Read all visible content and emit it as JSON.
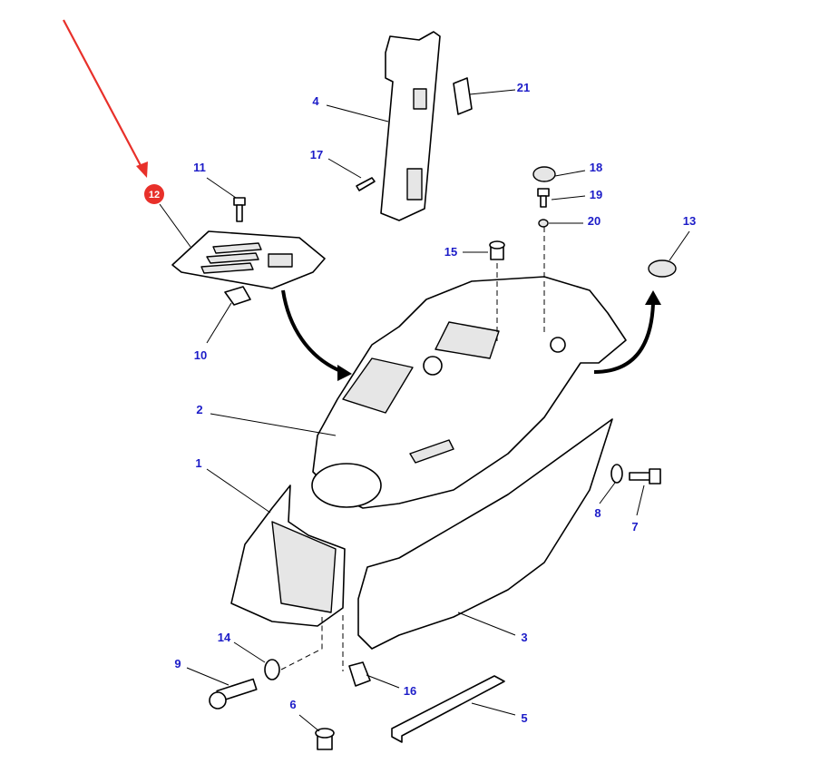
{
  "diagram": {
    "highlight_color": "#e8302a",
    "label_color": "#1c1cc8",
    "highlighted_part": "12",
    "labels": {
      "p1": "1",
      "p2": "2",
      "p3": "3",
      "p4": "4",
      "p5": "5",
      "p6": "6",
      "p7": "7",
      "p8": "8",
      "p9": "9",
      "p10": "10",
      "p11": "11",
      "p12": "12",
      "p13": "13",
      "p14": "14",
      "p15": "15",
      "p16": "16",
      "p17": "17",
      "p18": "18",
      "p19": "19",
      "p20": "20",
      "p21": "21"
    }
  }
}
